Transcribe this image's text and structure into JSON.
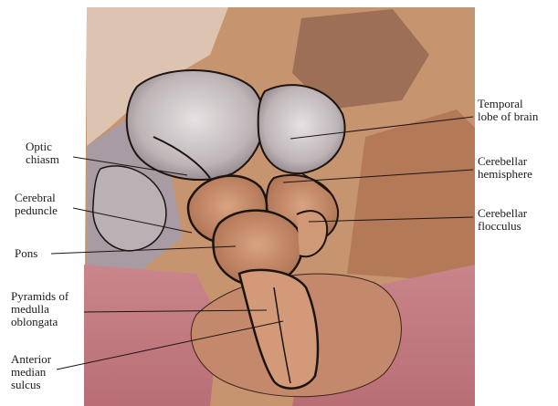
{
  "labels": {
    "temporal_lobe": [
      "Temporal",
      "lobe of brain"
    ],
    "cerebellar_hemisphere": [
      "Cerebellar",
      "hemisphere"
    ],
    "cerebellar_flocculus": [
      "Cerebellar",
      "flocculus"
    ],
    "optic_chiasm": [
      "Optic",
      "chiasm"
    ],
    "cerebral_peduncle": [
      "Cerebral",
      "peduncle"
    ],
    "pons": [
      "Pons"
    ],
    "pyramids": [
      "Pyramids of",
      "medulla",
      "oblongata"
    ],
    "anterior_median_sulcus": [
      "Anterior",
      "median",
      "sulcus"
    ]
  },
  "colors": {
    "background": "#ffffff",
    "skin": "#c98f6a",
    "brain_gray": "#bdb7b8",
    "tissue_pink": "#c88a8d",
    "outline": "#1c1410"
  }
}
